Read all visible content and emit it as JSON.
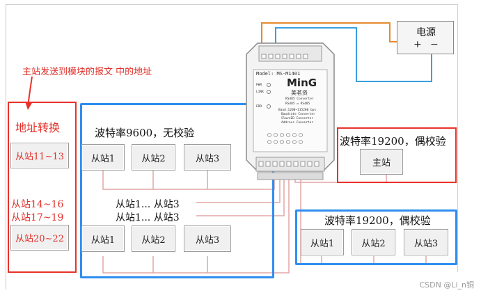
{
  "annotation": {
    "text": "主站发送到模块的报文 中的地址",
    "color": "#e8322a"
  },
  "address_conversion": {
    "title": "地址转换",
    "items": [
      "从站11~13",
      "从站14~16",
      "从站17~19",
      "从站20~22"
    ]
  },
  "group_9600": {
    "title": "波特率9600，无校验",
    "row1": [
      "从站1",
      "从站2",
      "从站3"
    ],
    "row2": [
      "从站1",
      "从站2",
      "从站3"
    ],
    "bus_label_1": "从站1... 从站3",
    "bus_label_2": "从站1... 从站3"
  },
  "master_group": {
    "title": "波特率19200，偶校验",
    "master": "主站"
  },
  "group_19200": {
    "title": "波特率19200，偶校验",
    "nodes": [
      "从站1",
      "从站2",
      "从站3"
    ]
  },
  "power": {
    "title": "电源",
    "plus": "+",
    "minus": "−"
  },
  "device": {
    "model": "Model: MS-M1401",
    "logo": "MinG",
    "brand": "美茗资",
    "spec_lines": [
      "RS485 Converter",
      "RS485 ⇌ RS485",
      "Baud:1200~115200 bps",
      "Baudrate Converter",
      "SlaveID Converter",
      "Address Converter"
    ],
    "leds": [
      "PWR",
      "LINK",
      "ERR"
    ]
  },
  "watermark": "CSDN @Li_n铜",
  "colors": {
    "red": "#e8322a",
    "blue": "#2f8ef0",
    "wire_pink": "#e3a6a6",
    "wire_orange": "#e58a2e",
    "wire_blue": "#3aa0e0"
  }
}
